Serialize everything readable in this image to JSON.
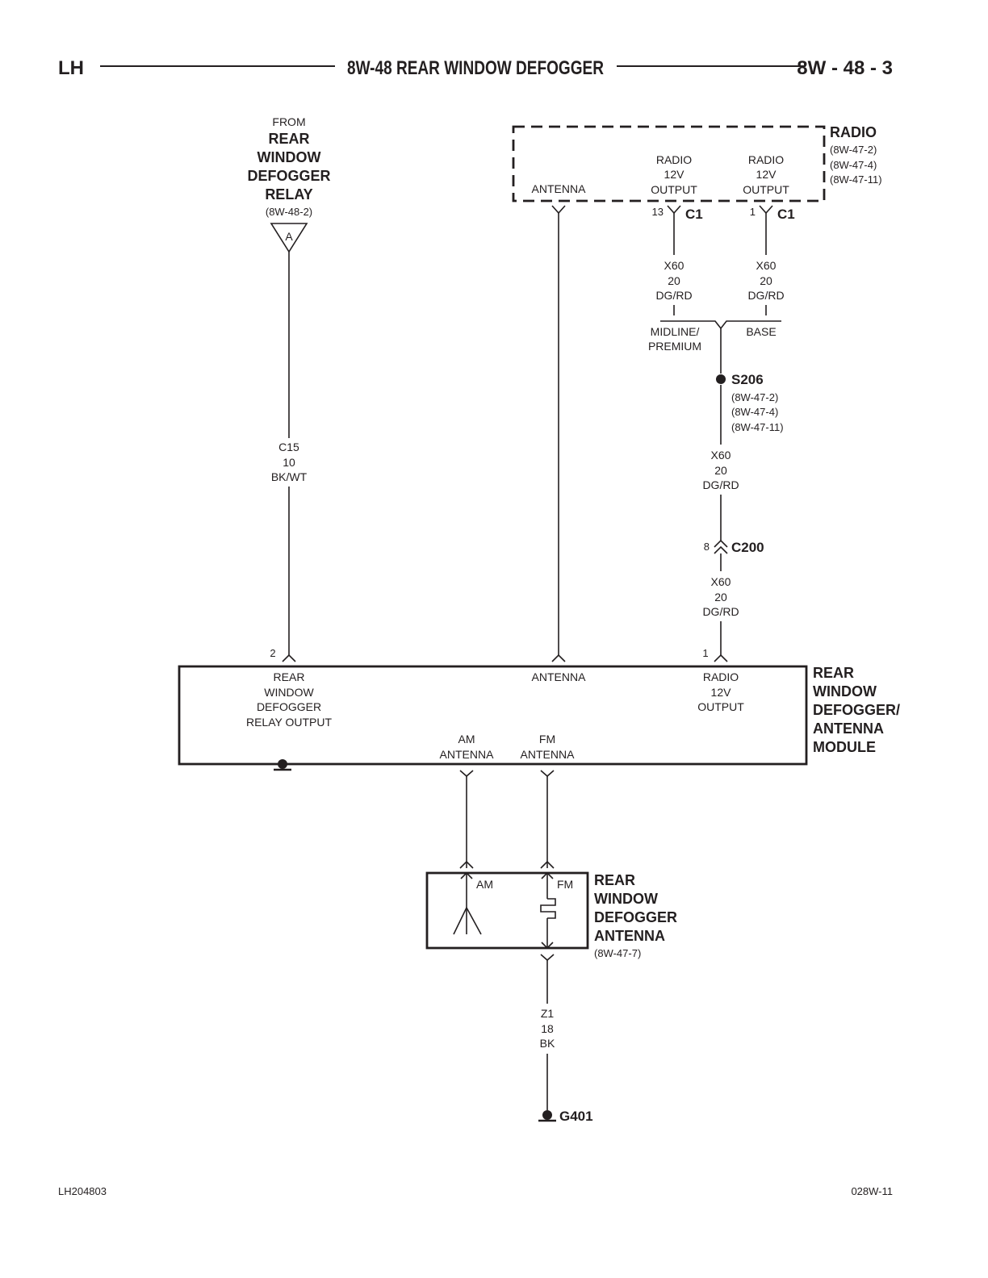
{
  "header": {
    "left": "LH",
    "title": "8W-48 REAR WINDOW DEFOGGER",
    "right": "8W - 48 - 3"
  },
  "footer": {
    "left": "LH204803",
    "right": "028W-11"
  },
  "relay_source": {
    "from": "FROM",
    "name": [
      "REAR",
      "WINDOW",
      "DEFOGGER",
      "RELAY"
    ],
    "ref": "(8W-48-2)",
    "connector": "A"
  },
  "radio": {
    "name": "RADIO",
    "refs": [
      "(8W-47-2)",
      "(8W-47-4)",
      "(8W-47-11)"
    ],
    "antenna_pin_label": "ANTENNA",
    "output_a": [
      "RADIO",
      "12V",
      "OUTPUT"
    ],
    "output_b": [
      "RADIO",
      "12V",
      "OUTPUT"
    ],
    "pin_a": "13",
    "pin_b": "1",
    "connector_a": "C1",
    "connector_b": "C1"
  },
  "wires": {
    "x60_a": [
      "X60",
      "20",
      "DG/RD"
    ],
    "x60_b": [
      "X60",
      "20",
      "DG/RD"
    ],
    "x60_c": [
      "X60",
      "20",
      "DG/RD"
    ],
    "x60_d": [
      "X60",
      "20",
      "DG/RD"
    ],
    "c15": [
      "C15",
      "10",
      "BK/WT"
    ],
    "z1": [
      "Z1",
      "18",
      "BK"
    ]
  },
  "options": {
    "left": [
      "MIDLINE/",
      "PREMIUM"
    ],
    "right": "BASE"
  },
  "splice": {
    "name": "S206",
    "refs": [
      "(8W-47-2)",
      "(8W-47-4)",
      "(8W-47-11)"
    ]
  },
  "inline_connector": {
    "pin": "8",
    "name": "C200"
  },
  "module": {
    "name": [
      "REAR",
      "WINDOW",
      "DEFOGGER/",
      "ANTENNA",
      "MODULE"
    ],
    "pin_relay": "2",
    "pin_radio": "1",
    "relay_output": [
      "REAR",
      "WINDOW",
      "DEFOGGER",
      "RELAY OUTPUT"
    ],
    "antenna": "ANTENNA",
    "radio_output": [
      "RADIO",
      "12V",
      "OUTPUT"
    ],
    "am": [
      "AM",
      "ANTENNA"
    ],
    "fm": [
      "FM",
      "ANTENNA"
    ]
  },
  "antenna": {
    "name": [
      "REAR",
      "WINDOW",
      "DEFOGGER",
      "ANTENNA"
    ],
    "ref": "(8W-47-7)",
    "am": "AM",
    "fm": "FM"
  },
  "ground": {
    "name": "G401"
  }
}
